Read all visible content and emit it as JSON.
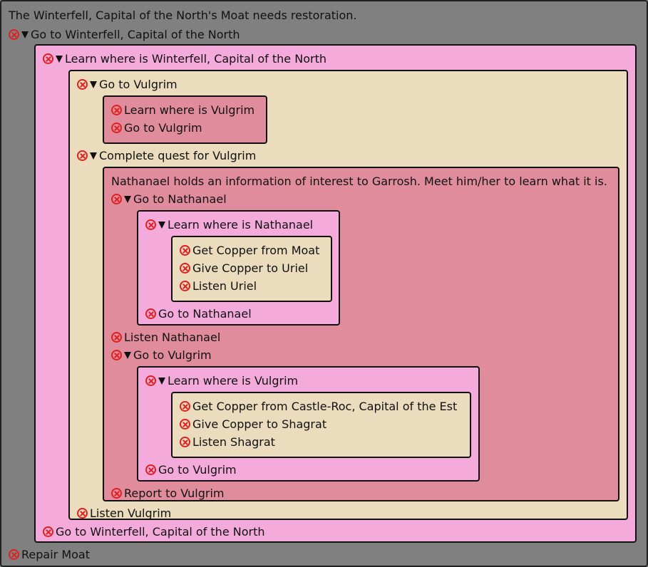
{
  "description": "The Winterfell, Capital of the North's Moat needs restoration.",
  "root": {
    "goto_winterfell": "Go to Winterfell, Capital of the North",
    "learn_winterfell": "Learn where is Winterfell, Capital of the North",
    "goto_vulgrim_1": "Go to Vulgrim",
    "learn_vulgrim_1": "Learn where is Vulgrim",
    "goto_vulgrim_1b": "Go to Vulgrim",
    "complete_quest": "Complete quest for Vulgrim",
    "quest_desc": "Nathanael holds an information of interest to Garrosh. Meet him/her to learn what it is.",
    "goto_nathanael": "Go to Nathanael",
    "learn_nathanael": "Learn where is Nathanael",
    "get_copper_moat": "Get Copper from Moat",
    "give_copper_uriel": "Give Copper to Uriel",
    "listen_uriel": "Listen Uriel",
    "goto_nathanael_b": "Go to Nathanael",
    "listen_nathanael": "Listen Nathanael",
    "goto_vulgrim_2": "Go to Vulgrim",
    "learn_vulgrim_2": "Learn where is Vulgrim",
    "get_copper_castle": "Get Copper from Castle-Roc, Capital of the Est",
    "give_copper_shagrat": "Give Copper to Shagrat",
    "listen_shagrat": "Listen Shagrat",
    "goto_vulgrim_2b": "Go to Vulgrim",
    "report_vulgrim": "Report to Vulgrim",
    "listen_vulgrim": "Listen Vulgrim",
    "goto_winterfell_b": "Go to Winterfell, Capital of the North",
    "repair_moat": "Repair Moat"
  },
  "colors": {
    "background": "#808080",
    "pink": "#f5aadc",
    "beige": "#eadcbc",
    "rose": "#e08c9c",
    "remove_icon": "#e02020"
  },
  "icons": {
    "remove": "remove-x-circle-icon",
    "collapse": "collapse-triangle-icon"
  }
}
